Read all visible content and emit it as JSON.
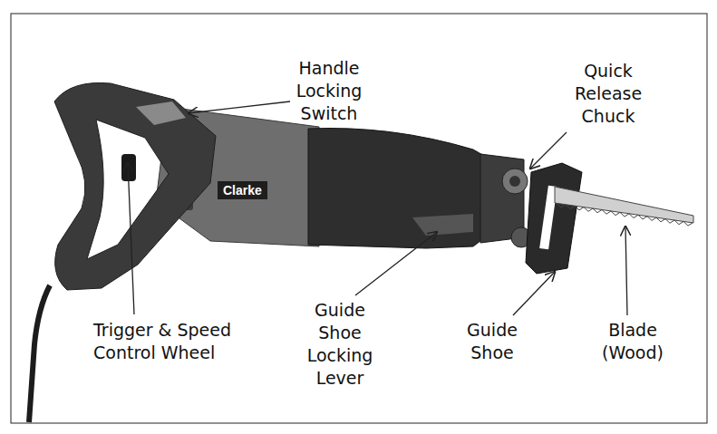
{
  "diagram": {
    "labels": [
      "Handle Locking Switch",
      "Quick Release Chuck",
      "Trigger & Speed Control Wheel",
      "Guide Shoe Locking Lever",
      "Guide Shoe",
      "Blade (Wood)",
      "Clarke"
    ]
  }
}
